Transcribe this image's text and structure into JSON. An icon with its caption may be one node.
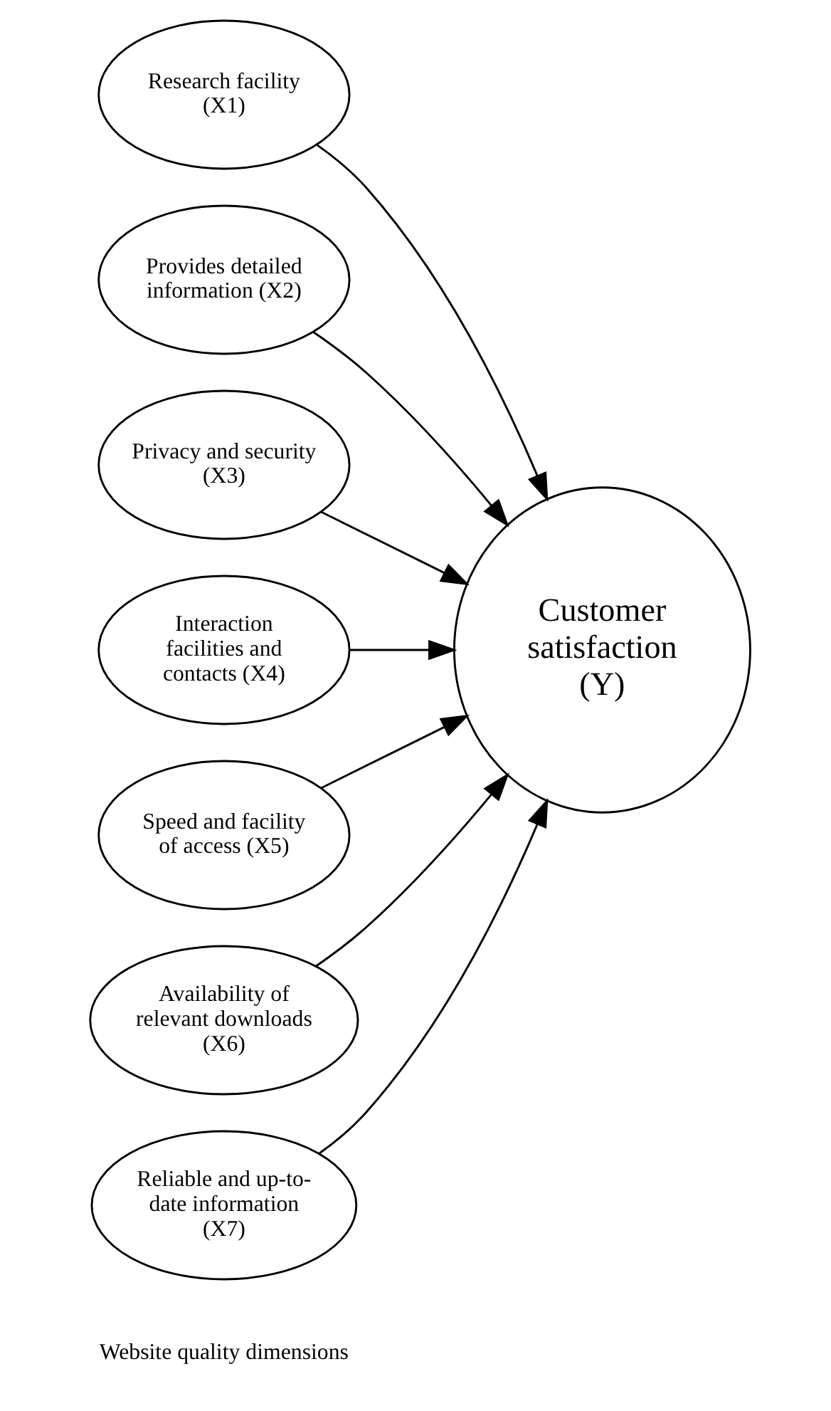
{
  "diagram": {
    "nodes": [
      {
        "text": [
          "Research facility (X1)"
        ]
      },
      {
        "text": [
          "Provides detailed information (X2)"
        ]
      },
      {
        "text": [
          "Privacy and security (X3)"
        ]
      },
      {
        "text": [
          "Interaction facilities and contacts (X4)"
        ]
      },
      {
        "text": [
          "Speed and facility of access (X5)"
        ]
      },
      {
        "text": [
          "Availability of relevant downloads (X6)"
        ]
      },
      {
        "text": [
          "Reliable and up-to-date information (X7)"
        ]
      },
      {
        "text": [
          "Customer satisfaction (Y)"
        ]
      }
    ],
    "edges": [
      {
        "from": 0,
        "to": 7,
        "arrow": "to"
      },
      {
        "from": 1,
        "to": 7,
        "arrow": "to"
      },
      {
        "from": 2,
        "to": 7,
        "arrow": "to"
      },
      {
        "from": 3,
        "to": 7,
        "arrow": "to"
      },
      {
        "from": 4,
        "to": 7,
        "arrow": "to"
      },
      {
        "from": 5,
        "to": 7,
        "arrow": "to"
      },
      {
        "from": 6,
        "to": 7,
        "arrow": "to"
      }
    ],
    "labels": [
      "Website quality dimensions"
    ]
  }
}
